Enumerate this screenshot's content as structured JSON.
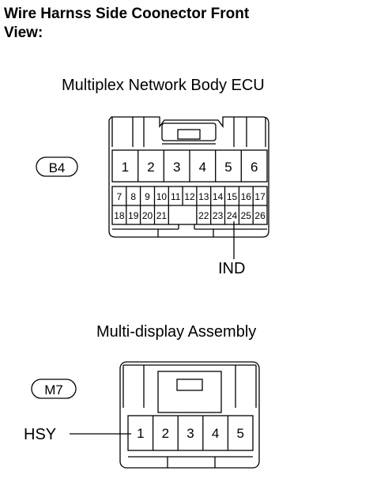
{
  "heading": {
    "line1": "Wire Harnss Side Coonector Front",
    "line2": "View:"
  },
  "connector_b4": {
    "title": "Multiplex Network Body ECU",
    "code": "B4",
    "large_pins": [
      "1",
      "2",
      "3",
      "4",
      "5",
      "6"
    ],
    "small_pins_row1": [
      "7",
      "8",
      "9",
      "10",
      "11",
      "12",
      "13",
      "14",
      "15",
      "16",
      "17"
    ],
    "small_pins_row2": [
      "18",
      "19",
      "20",
      "21",
      "",
      "",
      "22",
      "23",
      "24",
      "25",
      "26"
    ],
    "signal_label": "IND"
  },
  "connector_m7": {
    "title": "Multi-display Assembly",
    "code": "M7",
    "pins": [
      "1",
      "2",
      "3",
      "4",
      "5"
    ],
    "signal_label": "HSY"
  }
}
